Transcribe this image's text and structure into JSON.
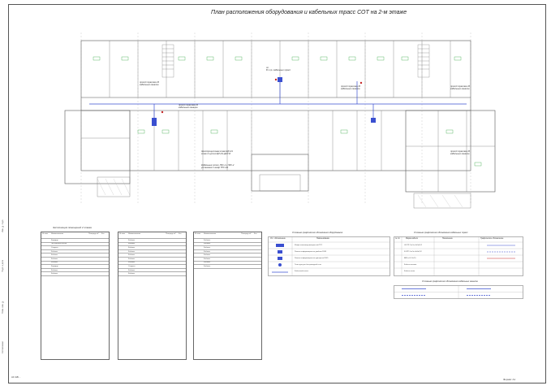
{
  "sheet": {
    "title": "План расположения оборудования и кабельных трасс СОТ на 2-м этаже",
    "footer_left": "АС ЕБ...",
    "footer_right": "Формат А1",
    "side_labels": [
      "Инв. № подл.",
      "Подп. и дата",
      "Взам. инв. №",
      "Согласовано"
    ]
  },
  "plan": {
    "annotations": [
      {
        "text": "проход трассами В",
        "text2": "кабельных каналов"
      },
      {
        "text": "оп.",
        "text2": "В 1 гр. кабельных трасс"
      },
      {
        "text": "проход трассами В",
        "text2": "кабельных каналов"
      },
      {
        "text": "проход трассами В",
        "text2": "кабельных каналов"
      },
      {
        "text": "проход трассами В",
        "text2": "кабельных каналов"
      },
      {
        "text": "проход трассами В",
        "text2": "кабельных каналов"
      },
      {
        "text": "Электрощитовая этаж ЩР-2/1",
        "text2": "этаж 2 щиток ЩР-2/1-ДК-ГЖ"
      },
      {
        "text": "Кабельные лотки  ЛКС-1 и ЛКС-2",
        "text2": "установка 3 шкаф ТРС-2/1"
      }
    ]
  },
  "room_table": {
    "title": "Экспликация помещений 2 этажа",
    "columns": [
      "№ пом.",
      "Наименование",
      "Площадь м²",
      "Кат."
    ],
    "rows_col1": [
      "Коридор",
      "Лестничная клетка",
      "Санузел",
      "Кабинет",
      "Кабинет",
      "Кабинет",
      "Кабинет",
      "Коридор",
      "Кабинет",
      "Кабинет",
      "Кабинет",
      "Кабинет",
      "Кабинет",
      "Кабинет",
      "Кабинет",
      "Кабинет",
      "Кабинет",
      "Санузел",
      "Кабинет",
      "Кабинет",
      "Кабинет",
      "Кабинет",
      "Кабинет",
      "Кабинет",
      "Кабинет",
      "Кабинет",
      "Кабинет",
      "Кабинет"
    ]
  },
  "legend": {
    "caption_left": "Условные графические обозначения оборудования",
    "caption_right": "Условные графические обозначения кабельных трасс",
    "caption_bottom": "Условные графические обозначения кабельных каналов",
    "headers_left": [
      "Усл. обозначение",
      "Наименование"
    ],
    "headers_right": [
      "№ пп",
      "Марка кабеля",
      "Назначение",
      "Графическое обозначение"
    ],
    "items_left": [
      "Шкаф телекоммуникационный ТРС",
      "Розетка информационная двойная RJ45",
      "Розетка информационная одинарная RJ45",
      "Точка доступа беспроводной сети",
      "Кабельный канал"
    ],
    "items_right": [
      "U/UTP Cat.5e 4х2х0,52",
      "F/UTP Cat.5e 4х2х0,52",
      "ВВГнг-LS 3х2,5",
      "Кабель питания",
      "Кабель связи"
    ]
  }
}
